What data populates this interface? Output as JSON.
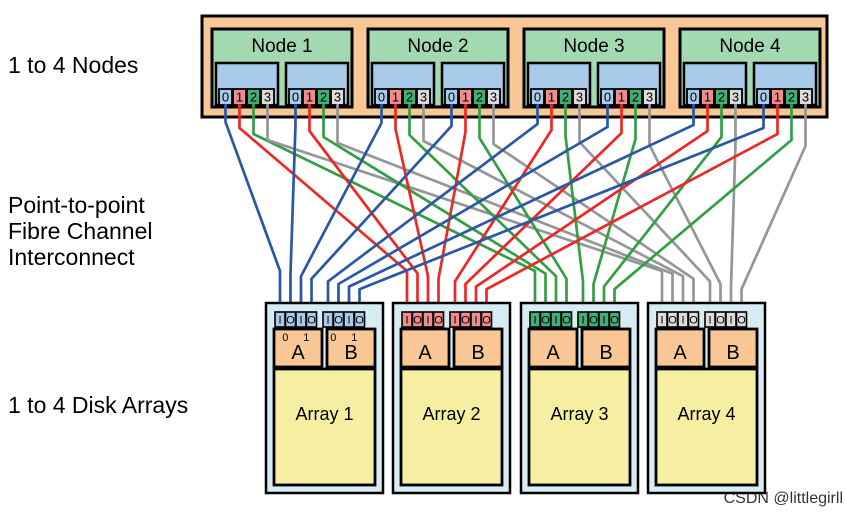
{
  "labels": {
    "nodes": "1 to 4 Nodes",
    "interconnect_lines": [
      "Point-to-point",
      "Fibre Channel",
      "Interconnect"
    ],
    "disk_arrays": "1 to 4 Disk Arrays"
  },
  "node_enclosure": {
    "fill": "#F9C795"
  },
  "node_style": {
    "fill": "#A3D9B1",
    "hba_fill": "#A9CBEA"
  },
  "nodes": [
    {
      "label": "Node 1"
    },
    {
      "label": "Node 2"
    },
    {
      "label": "Node 3"
    },
    {
      "label": "Node 4"
    }
  ],
  "hba_port_labels": [
    "0",
    "1",
    "2",
    "3"
  ],
  "hba_port_fills": [
    "#A9CBEA",
    "#EF8C8C",
    "#42AE77",
    "#DCDCDC"
  ],
  "wire_colors": [
    "#2A58A4",
    "#ED2824",
    "#339F44",
    "#949698"
  ],
  "wiring": {
    "port_to_array": [
      1,
      2,
      3,
      4
    ]
  },
  "array_style": {
    "shell_fill": "#D8ECF4",
    "controller_fill": "#F9C795",
    "body_fill": "#F6EFA2"
  },
  "arrays": [
    {
      "label": "Array 1",
      "port_fill": "#A9CBEA",
      "port_labels": [
        "I",
        "O",
        "I",
        "O",
        "I",
        "O",
        "I",
        "O"
      ],
      "controllers": [
        {
          "label": "A",
          "port_numbers": [
            "0",
            "1"
          ]
        },
        {
          "label": "B",
          "port_numbers": [
            "0",
            "1"
          ]
        }
      ]
    },
    {
      "label": "Array 2",
      "port_fill": "#EF8C8C",
      "port_labels": [
        "I",
        "O",
        "I",
        "O",
        "I",
        "O",
        "I",
        "O"
      ],
      "controllers": [
        {
          "label": "A",
          "port_numbers": []
        },
        {
          "label": "B",
          "port_numbers": []
        }
      ]
    },
    {
      "label": "Array 3",
      "port_fill": "#42AE77",
      "port_labels": [
        "I",
        "O",
        "I",
        "O",
        "I",
        "O",
        "I",
        "O"
      ],
      "controllers": [
        {
          "label": "A",
          "port_numbers": []
        },
        {
          "label": "B",
          "port_numbers": []
        }
      ]
    },
    {
      "label": "Array 4",
      "port_fill": "#DCDCDC",
      "port_labels": [
        "I",
        "O",
        "I",
        "O",
        "I",
        "O",
        "I",
        "O"
      ],
      "controllers": [
        {
          "label": "A",
          "port_numbers": []
        },
        {
          "label": "B",
          "port_numbers": []
        }
      ]
    }
  ],
  "watermark": {
    "text": "CSDN @littlegirll",
    "color": "#AEAEAE"
  }
}
